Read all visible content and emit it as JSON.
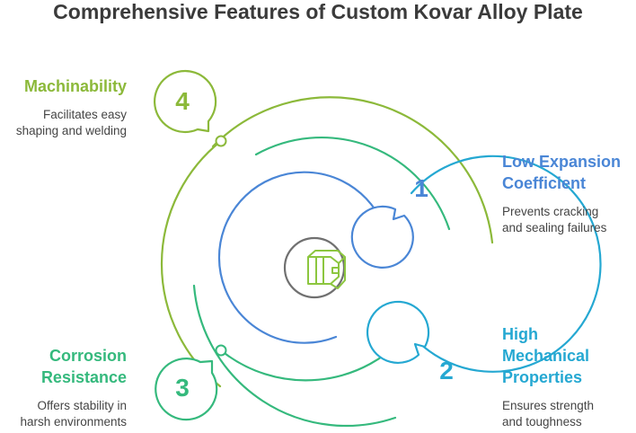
{
  "title": "Comprehensive Features of Custom Kovar Alloy Plate",
  "colors": {
    "feature_1": "#4a86d6",
    "feature_2": "#25a8d2",
    "feature_3": "#35b97d",
    "feature_4": "#8cb93a",
    "center_ring": "#707070",
    "center_icon": "#8cc63f"
  },
  "center_icon": "kovar-plate-icon",
  "features": [
    {
      "number": "1",
      "heading": "Low Expansion Coefficient",
      "heading_lines": [
        "Low Expansion",
        "Coefficient"
      ],
      "description_lines": [
        "Prevents cracking",
        "and sealing failures"
      ]
    },
    {
      "number": "2",
      "heading": "High Mechanical Properties",
      "heading_lines": [
        "High",
        "Mechanical",
        "Properties"
      ],
      "description_lines": [
        "Ensures strength",
        "and toughness"
      ]
    },
    {
      "number": "3",
      "heading": "Corrosion Resistance",
      "heading_lines": [
        "Corrosion",
        "Resistance"
      ],
      "description_lines": [
        "Offers stability in",
        "harsh environments"
      ]
    },
    {
      "number": "4",
      "heading": "Machinability",
      "heading_lines": [
        "Machinability"
      ],
      "description_lines": [
        "Facilitates easy",
        "shaping and welding"
      ]
    }
  ]
}
